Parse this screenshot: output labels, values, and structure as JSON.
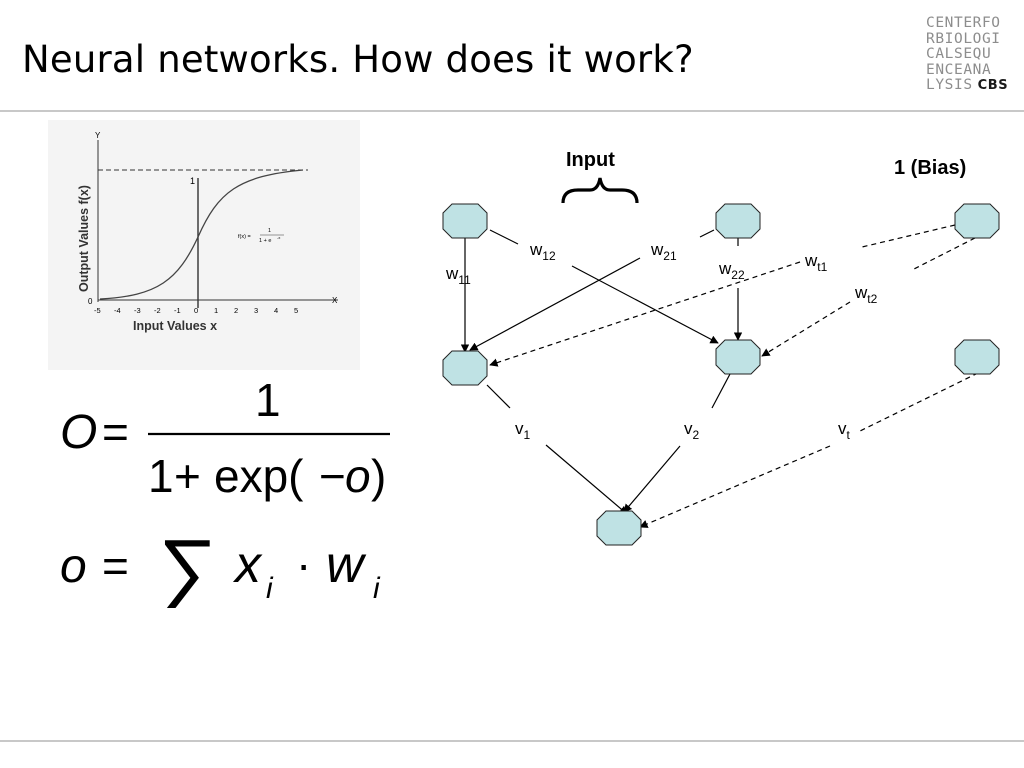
{
  "slide": {
    "title": "Neural networks. How does it work?"
  },
  "logo": {
    "lines": [
      "CENTERFO",
      "RBIOLOGI",
      "CALSEQU",
      "ENCEANA",
      "LYSIS"
    ],
    "mark": "CBS"
  },
  "sigmoid_plot": {
    "ylabel": "Output Values f(x)",
    "xlabel": "Input Values x",
    "y_axis_letter": "Y",
    "x_axis_letter": "X",
    "level_one_label": "1",
    "formula_lhs": "f(x) =",
    "formula_num": "1",
    "formula_den": "1 + e",
    "formula_exp": "-x",
    "x_ticks": [
      "-5",
      "-4",
      "-3",
      "-2",
      "-1",
      "0",
      "1",
      "2",
      "3",
      "4",
      "5"
    ],
    "y_zero": "0"
  },
  "equations": {
    "eq1": {
      "lhs": "O",
      "eq": "=",
      "num": "1",
      "den_a": "1",
      "den_plus": "+",
      "den_fn": "exp(",
      "den_minus": "−",
      "den_var": "o",
      "den_close": ")"
    },
    "eq2": {
      "lhs": "o",
      "eq": "=",
      "sum": "∑",
      "x": "x",
      "i1": "i",
      "dot": "·",
      "w": "w",
      "i2": "i"
    }
  },
  "network": {
    "input_label": "Input",
    "bias_label": "1 (Bias)",
    "weights": {
      "w11": {
        "base": "w",
        "sub": "11"
      },
      "w12": {
        "base": "w",
        "sub": "12"
      },
      "w21": {
        "base": "w",
        "sub": "21"
      },
      "w22": {
        "base": "w",
        "sub": "22"
      },
      "wt1": {
        "base": "w",
        "sub": "t1"
      },
      "wt2": {
        "base": "w",
        "sub": "t2"
      },
      "v1": {
        "base": "v",
        "sub": "1"
      },
      "v2": {
        "base": "v",
        "sub": "2"
      },
      "vt": {
        "base": "v",
        "sub": "t"
      }
    },
    "node_fill": "#bfe2e4",
    "node_stroke": "#222222"
  }
}
